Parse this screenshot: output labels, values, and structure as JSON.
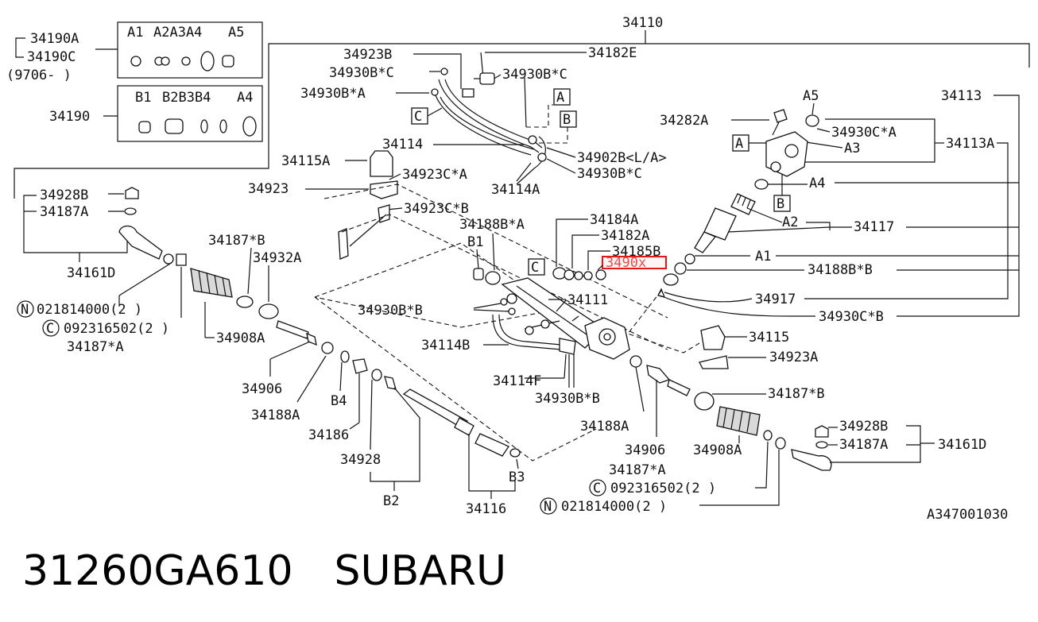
{
  "header": {
    "main_part": "34110"
  },
  "inset_a": {
    "group_top": "34190A",
    "group_bottom": "34190C",
    "date_note": "(9706-    )",
    "labels": [
      "A1",
      "A2A3A4",
      "A5"
    ]
  },
  "inset_b": {
    "group": "34190",
    "labels": [
      "B1",
      "B2B3B4",
      "A4"
    ]
  },
  "callouts": {
    "p34923B": "34923B",
    "p34182E": "34182E",
    "p34930BC_1": "34930B*C",
    "p34930BC_2": "34930B*C",
    "p34930BA": "34930B*A",
    "p34115A": "34115A",
    "p34114": "34114",
    "p34902B": "34902B<L/A>",
    "p34930BC_3": "34930B*C",
    "p34114A": "34114A",
    "p34923CA": "34923C*A",
    "p34923": "34923",
    "p34923CB": "34923C*B",
    "p34928B_l": "34928B",
    "p34187A_l": "34187A",
    "p34161D_l": "34161D",
    "p34187B_l": "34187*B",
    "p34932A": "34932A",
    "p34188BA": "34188B*A",
    "pB1": "B1",
    "p34184A": "34184A",
    "p34182A": "34182A",
    "p34185B": "34185B",
    "p3490x": "3490x",
    "p34111": "34111",
    "p34930BB_1": "34930B*B",
    "p34114B": "34114B",
    "p34114F": "34114F",
    "p34930BB_2": "34930B*B",
    "p021814000_l": "021814000(2 )",
    "p092316502_l": "092316502(2  )",
    "p34187A_s_l": "34187*A",
    "p34908A_l": "34908A",
    "p34906_l": "34906",
    "p34188A_l": "34188A",
    "pB4": "B4",
    "p34186": "34186",
    "p34928": "34928",
    "pB2": "B2",
    "p34116": "34116",
    "pB3": "B3",
    "p34113": "34113",
    "pA5": "A5",
    "p34282A": "34282A",
    "p34930CA": "34930C*A",
    "pA3": "A3",
    "p34113A": "34113A",
    "pA4": "A4",
    "pA2": "A2",
    "p34117": "34117",
    "pA1": "A1",
    "p34188BB": "34188B*B",
    "p34917": "34917",
    "p34930CB": "34930C*B",
    "p34115": "34115",
    "p34923A": "34923A",
    "p34187B_r": "34187*B",
    "p34188A_r": "34188A",
    "p34906_r": "34906",
    "p34908A_r": "34908A",
    "p34928B_r": "34928B",
    "p34187A_r": "34187A",
    "p34161D_r": "34161D",
    "p34187A_s_r": "34187*A",
    "p092316502_r": "092316502(2  )",
    "p021814000_r": "021814000(2 )"
  },
  "ref_boxes": {
    "A": "A",
    "B": "B",
    "C": "C"
  },
  "symbols": {
    "N": "N",
    "C": "C"
  },
  "drawing_code": "A347001030",
  "footer": {
    "part_number": "31260GA610",
    "brand": "SUBARU"
  },
  "colors": {
    "highlight": "#e00000"
  }
}
